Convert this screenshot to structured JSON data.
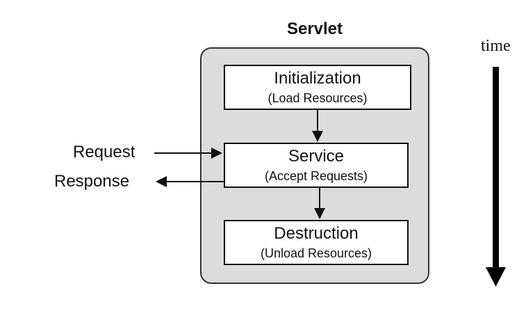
{
  "diagram": {
    "title": "Servlet",
    "stages": {
      "initialization": {
        "label": "Initialization",
        "detail": "(Load Resources)"
      },
      "service": {
        "label": "Service",
        "detail": "(Accept Requests)"
      },
      "destruction": {
        "label": "Destruction",
        "detail": "(Unload Resources)"
      }
    },
    "request_label": "Request",
    "response_label": "Response",
    "time_label": "time"
  }
}
